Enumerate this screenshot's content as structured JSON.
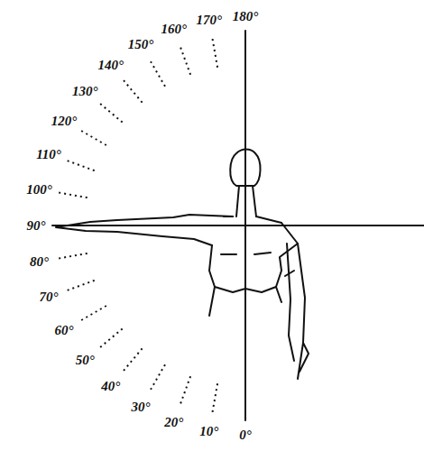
{
  "diagram": {
    "labels": [
      "180°",
      "170°",
      "160°",
      "150°",
      "140°",
      "130°",
      "120°",
      "110°",
      "100°",
      "90°",
      "80°",
      "70°",
      "60°",
      "50°",
      "40°",
      "30°",
      "20°",
      "10°",
      "0°"
    ]
  }
}
